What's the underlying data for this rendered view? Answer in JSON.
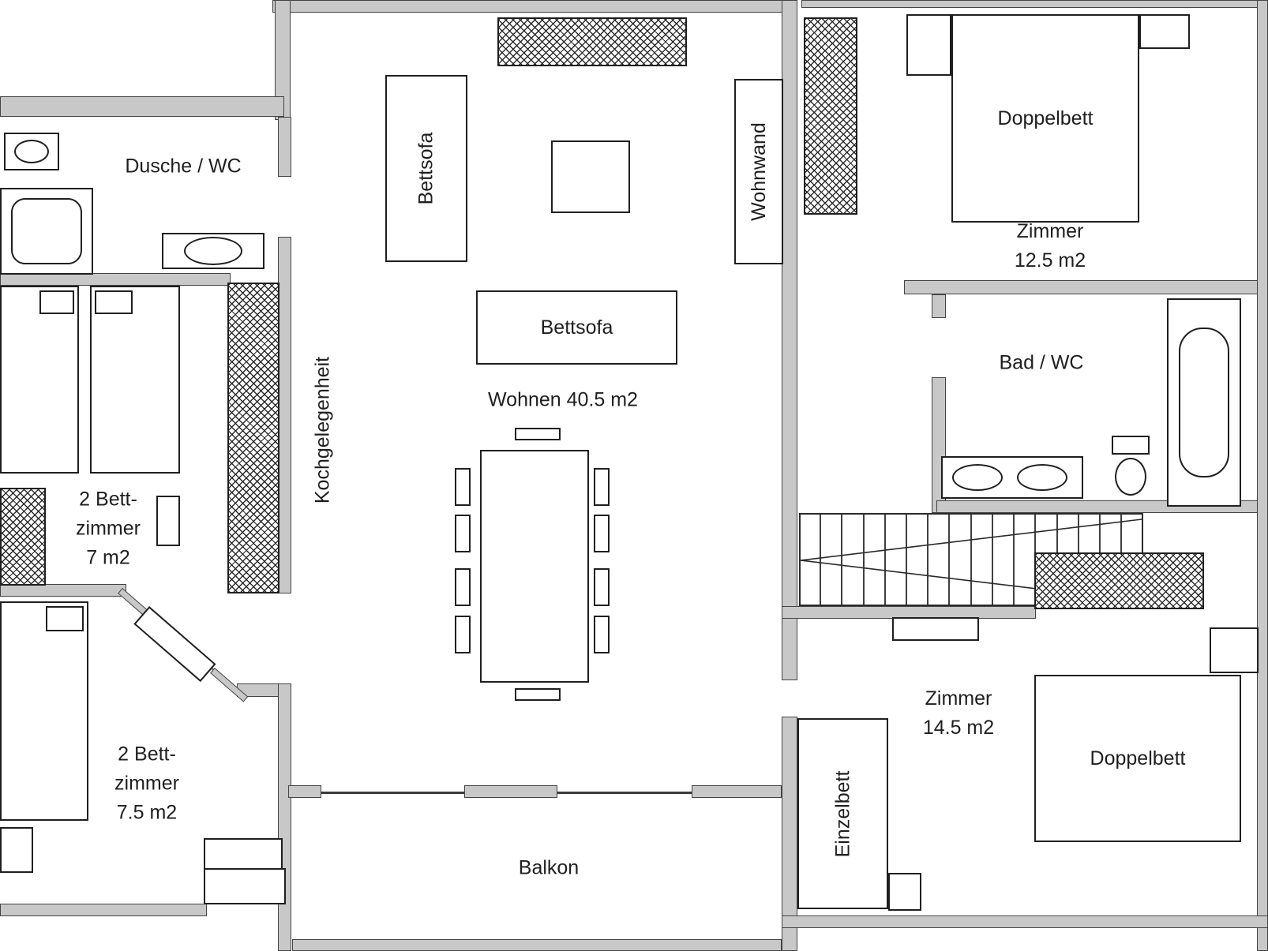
{
  "plan": {
    "rooms": {
      "dusche_wc": {
        "label": "Dusche / WC"
      },
      "bettzimmer_7": {
        "line1": "2 Bett-",
        "line2": "zimmer",
        "line3": "7 m2"
      },
      "bettzimmer_75": {
        "line1": "2 Bett-",
        "line2": "zimmer",
        "line3": "7.5 m2"
      },
      "kochgelegenheit": {
        "label": "Kochgelegenheit"
      },
      "wohnen": {
        "label": "Wohnen 40.5 m2"
      },
      "zimmer_125": {
        "line1": "Zimmer",
        "line2": "12.5 m2"
      },
      "bad_wc": {
        "label": "Bad / WC"
      },
      "zimmer_145": {
        "line1": "Zimmer",
        "line2": "14.5 m2"
      },
      "balkon": {
        "label": "Balkon"
      }
    },
    "furniture": {
      "bettsofa_left": {
        "label": "Bettsofa"
      },
      "bettsofa_center": {
        "label": "Bettsofa"
      },
      "wohnwand": {
        "label": "Wohnwand"
      },
      "doppelbett_top": {
        "label": "Doppelbett"
      },
      "einzelbett": {
        "label": "Einzelbett"
      },
      "doppelbett_bottom": {
        "label": "Doppelbett"
      }
    },
    "colors": {
      "wall_fill": "#c8c8c8",
      "line": "#1f1f1f",
      "background": "#ffffff"
    }
  }
}
